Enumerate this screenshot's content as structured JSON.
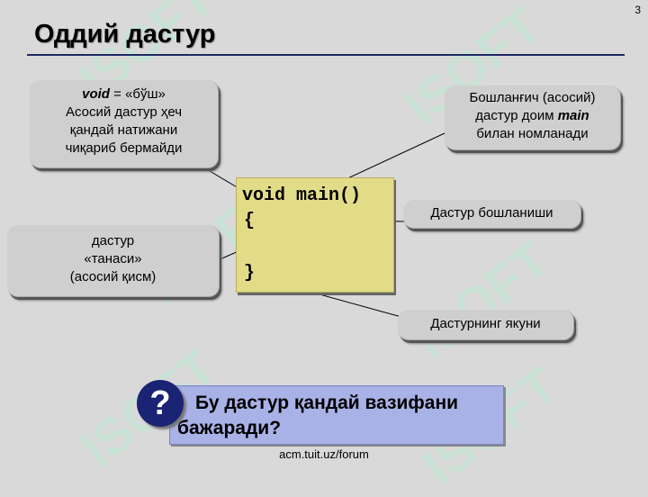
{
  "slide": {
    "number": "3"
  },
  "title": "Оддий дастур",
  "watermark": "ISOFT",
  "code": {
    "line1": "void main()",
    "line2": "{",
    "line3": "}"
  },
  "callouts": {
    "void_note": {
      "keyword": "void",
      "rest": " = «бўш»",
      "line2": "Асосий дастур ҳеч",
      "line3": "қандай натижани",
      "line4": "чиқариб бермайди"
    },
    "main_note": {
      "line1": "Бошланғич (асосий)",
      "line2_pre": "дастур доим ",
      "keyword": "main",
      "line3": "билан номланади"
    },
    "body_note": {
      "line1": "дастур",
      "line2": "«танаси»",
      "line3": "(асосий қисм)"
    },
    "start_note": "Дастур бошланиши",
    "end_note": "Дастурнинг якуни"
  },
  "question": {
    "badge": "?",
    "line1": "Бу дастур қандай вазифани",
    "line2": "бажаради?"
  },
  "footer": "acm.tuit.uz/forum",
  "colors": {
    "background": "#d9d9d9",
    "code_box": "#e2dc88",
    "question_box": "#a9b2e6",
    "badge": "#1a2374",
    "title_rule": "#1f2a66",
    "watermark": "#bfe8d5"
  }
}
